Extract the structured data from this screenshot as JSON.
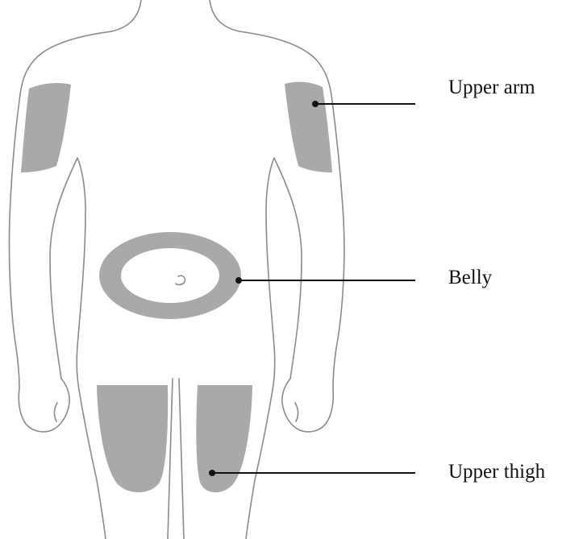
{
  "callouts": {
    "upper_arm": "Upper arm",
    "belly": "Belly",
    "upper_thigh": "Upper thigh"
  },
  "colors": {
    "outline": "#8a8a8a",
    "zone_fill": "#a9a9a9",
    "leader_line": "#111111",
    "background": "#ffffff"
  }
}
